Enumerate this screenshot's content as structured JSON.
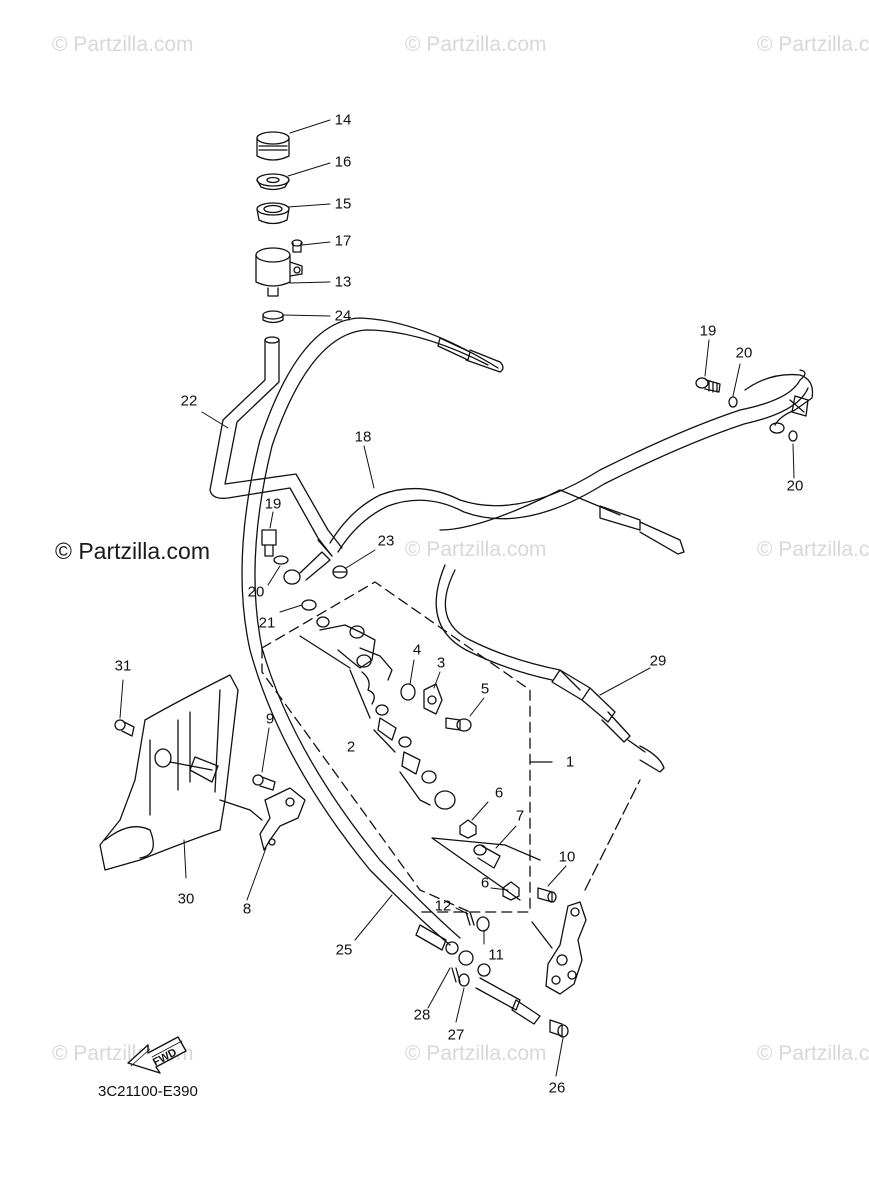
{
  "watermark": {
    "text": "© Partzilla.com",
    "primary_text": "© Partzilla.com"
  },
  "diagram": {
    "code": "3C21100-E390",
    "fwd_label": "FWD",
    "callouts": [
      {
        "id": "c14",
        "label": "14"
      },
      {
        "id": "c16",
        "label": "16"
      },
      {
        "id": "c15",
        "label": "15"
      },
      {
        "id": "c17",
        "label": "17"
      },
      {
        "id": "c13",
        "label": "13"
      },
      {
        "id": "c24",
        "label": "24"
      },
      {
        "id": "c22",
        "label": "22"
      },
      {
        "id": "c18",
        "label": "18"
      },
      {
        "id": "c19a",
        "label": "19"
      },
      {
        "id": "c20a",
        "label": "20"
      },
      {
        "id": "c20b",
        "label": "20"
      },
      {
        "id": "c19b",
        "label": "19"
      },
      {
        "id": "c20c",
        "label": "20"
      },
      {
        "id": "c23",
        "label": "23"
      },
      {
        "id": "c21",
        "label": "21"
      },
      {
        "id": "c4",
        "label": "4"
      },
      {
        "id": "c3",
        "label": "3"
      },
      {
        "id": "c5",
        "label": "5"
      },
      {
        "id": "c29",
        "label": "29"
      },
      {
        "id": "c31",
        "label": "31"
      },
      {
        "id": "c9",
        "label": "9"
      },
      {
        "id": "c2",
        "label": "2"
      },
      {
        "id": "c1",
        "label": "1"
      },
      {
        "id": "c6a",
        "label": "6"
      },
      {
        "id": "c7",
        "label": "7"
      },
      {
        "id": "c10",
        "label": "10"
      },
      {
        "id": "c6b",
        "label": "6"
      },
      {
        "id": "c12",
        "label": "12"
      },
      {
        "id": "c11",
        "label": "11"
      },
      {
        "id": "c30",
        "label": "30"
      },
      {
        "id": "c8",
        "label": "8"
      },
      {
        "id": "c25",
        "label": "25"
      },
      {
        "id": "c28",
        "label": "28"
      },
      {
        "id": "c27",
        "label": "27"
      },
      {
        "id": "c26",
        "label": "26"
      }
    ]
  },
  "colors": {
    "ink": "#111111",
    "watermark": "#d8d8d8",
    "background": "#ffffff"
  }
}
